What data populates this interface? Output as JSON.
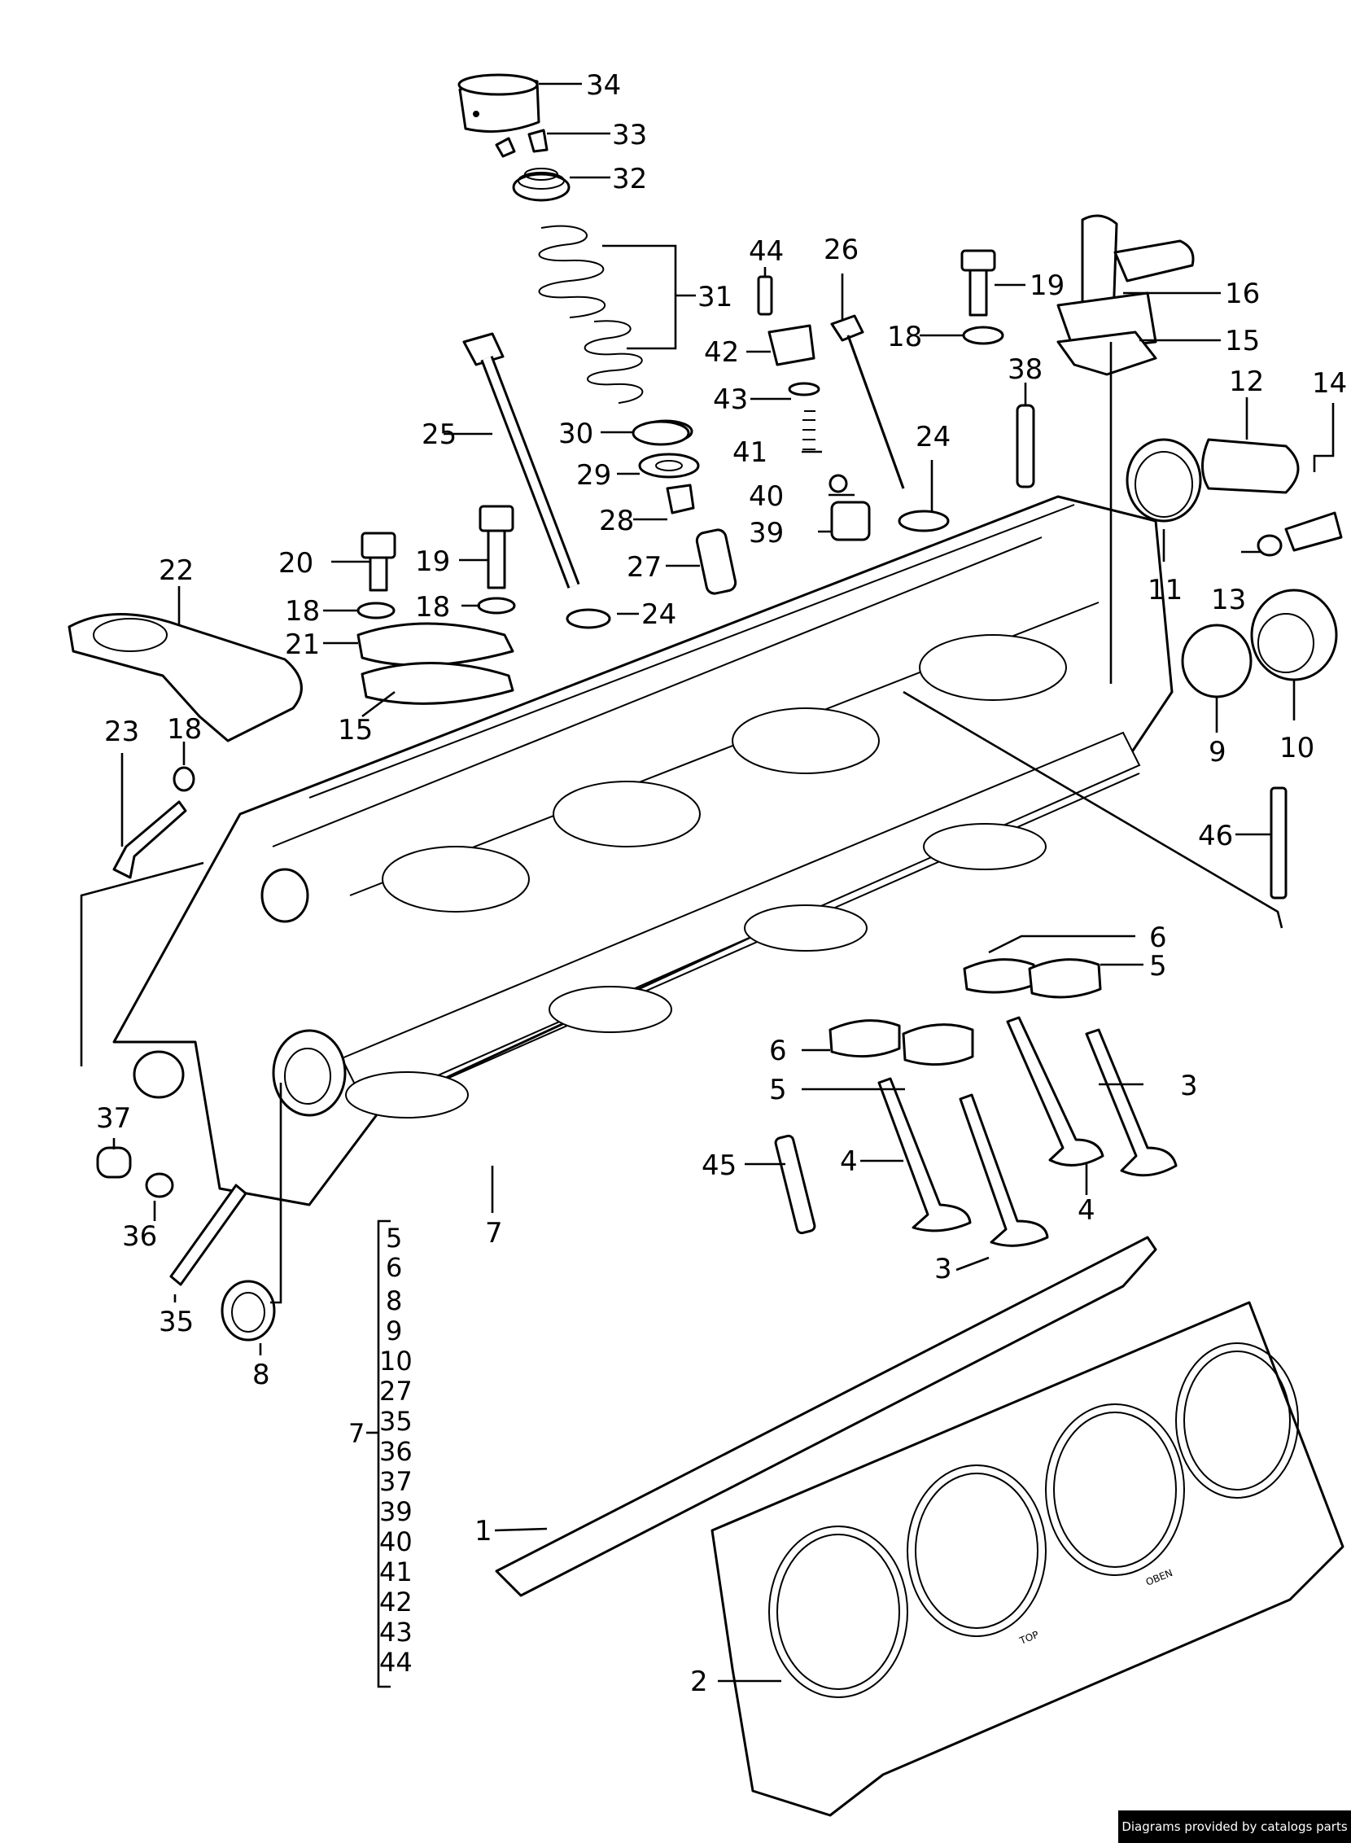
{
  "diagram": {
    "callouts": [
      {
        "id": "34",
        "text": "34"
      },
      {
        "id": "33",
        "text": "33"
      },
      {
        "id": "32",
        "text": "32"
      },
      {
        "id": "31",
        "text": "31"
      },
      {
        "id": "44",
        "text": "44"
      },
      {
        "id": "26",
        "text": "26"
      },
      {
        "id": "19a",
        "text": "19"
      },
      {
        "id": "16",
        "text": "16"
      },
      {
        "id": "18a",
        "text": "18"
      },
      {
        "id": "15a",
        "text": "15"
      },
      {
        "id": "42",
        "text": "42"
      },
      {
        "id": "38",
        "text": "38"
      },
      {
        "id": "12",
        "text": "12"
      },
      {
        "id": "14",
        "text": "14"
      },
      {
        "id": "43",
        "text": "43"
      },
      {
        "id": "25",
        "text": "25"
      },
      {
        "id": "30",
        "text": "30"
      },
      {
        "id": "41",
        "text": "41"
      },
      {
        "id": "24a",
        "text": "24"
      },
      {
        "id": "29",
        "text": "29"
      },
      {
        "id": "40",
        "text": "40"
      },
      {
        "id": "28",
        "text": "28"
      },
      {
        "id": "39",
        "text": "39"
      },
      {
        "id": "11",
        "text": "11"
      },
      {
        "id": "13",
        "text": "13"
      },
      {
        "id": "20",
        "text": "20"
      },
      {
        "id": "19b",
        "text": "19"
      },
      {
        "id": "27",
        "text": "27"
      },
      {
        "id": "22",
        "text": "22"
      },
      {
        "id": "18b",
        "text": "18"
      },
      {
        "id": "18c",
        "text": "18"
      },
      {
        "id": "24b",
        "text": "24"
      },
      {
        "id": "21",
        "text": "21"
      },
      {
        "id": "15b",
        "text": "15"
      },
      {
        "id": "9",
        "text": "9"
      },
      {
        "id": "10",
        "text": "10"
      },
      {
        "id": "23",
        "text": "23"
      },
      {
        "id": "18d",
        "text": "18"
      },
      {
        "id": "46",
        "text": "46"
      },
      {
        "id": "6a",
        "text": "6"
      },
      {
        "id": "5a",
        "text": "5"
      },
      {
        "id": "6b",
        "text": "6"
      },
      {
        "id": "3a",
        "text": "3"
      },
      {
        "id": "5b",
        "text": "5"
      },
      {
        "id": "37",
        "text": "37"
      },
      {
        "id": "45",
        "text": "45"
      },
      {
        "id": "4a",
        "text": "4"
      },
      {
        "id": "4b",
        "text": "4"
      },
      {
        "id": "7a",
        "text": "7"
      },
      {
        "id": "36",
        "text": "36"
      },
      {
        "id": "3b",
        "text": "3"
      },
      {
        "id": "35",
        "text": "35"
      },
      {
        "id": "8",
        "text": "8"
      },
      {
        "id": "1",
        "text": "1"
      },
      {
        "id": "2",
        "text": "2"
      }
    ],
    "group": {
      "label": "7",
      "items": [
        "5",
        "6",
        "8",
        "9",
        "10",
        "27",
        "35",
        "36",
        "37",
        "39",
        "40",
        "41",
        "42",
        "43",
        "44"
      ]
    },
    "gasket_marks": {
      "top": "TOP",
      "oben": "OBEN"
    }
  },
  "credit": "Diagrams provided by catalogs parts"
}
